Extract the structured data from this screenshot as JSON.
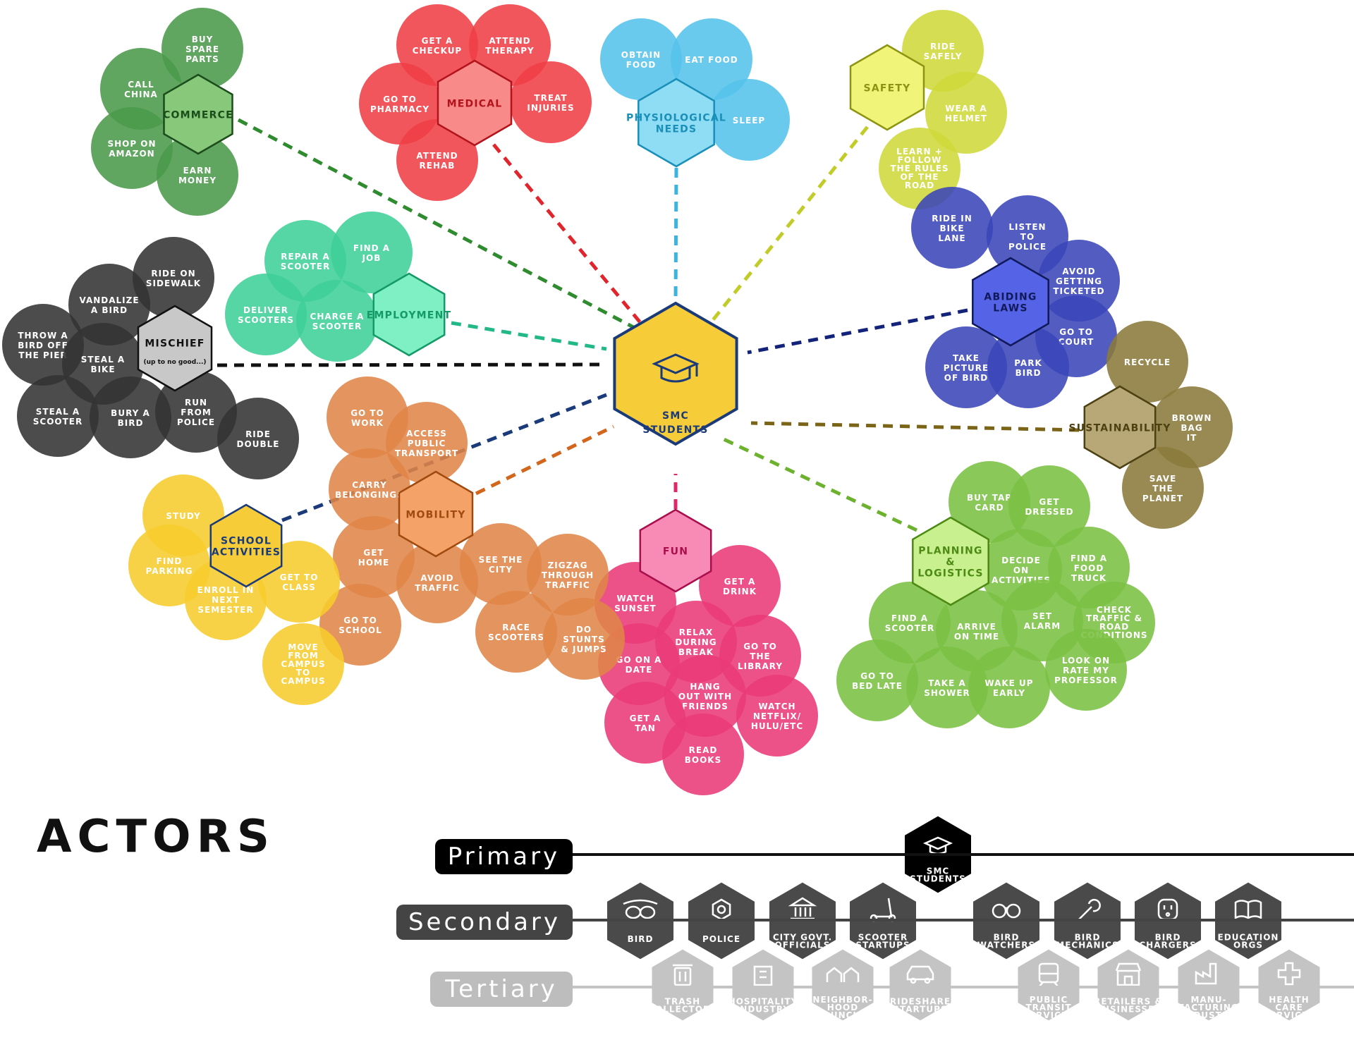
{
  "center": {
    "label": "SMC\nSTUDENTS",
    "fill": "#f6cd38",
    "stroke": "#1a3a7a",
    "icon": "graduation-cap-icon"
  },
  "groups": [
    {
      "id": "commerce",
      "hub": "COMMERCE",
      "color": "#4a9a4a",
      "hub_fill": "#88c87a",
      "hub_text": "#1b4d1b",
      "line": "#2e8b2e",
      "items": [
        "BUY\nSPARE\nPARTS",
        "CALL\nCHINA",
        "SHOP ON\nAMAZON",
        "EARN\nMONEY"
      ]
    },
    {
      "id": "medical",
      "hub": "MEDICAL",
      "color": "#ef3f46",
      "hub_fill": "#f98a8a",
      "hub_text": "#b3141c",
      "line": "#e0252c",
      "items": [
        "GET A\nCHECKUP",
        "ATTEND\nTHERAPY",
        "GO TO\nPHARMACY",
        "TREAT\nINJURIES",
        "ATTEND\nREHAB"
      ]
    },
    {
      "id": "physiological",
      "hub": "PHYSIOLOGICAL\nNEEDS",
      "color": "#55c3ea",
      "hub_fill": "#8fdcf5",
      "hub_text": "#1a8fb8",
      "line": "#3bb4e0",
      "items": [
        "OBTAIN\nFOOD",
        "EAT FOOD",
        "SLEEP"
      ]
    },
    {
      "id": "safety",
      "hub": "SAFETY",
      "color": "#cfd93a",
      "hub_fill": "#f0f57a",
      "hub_text": "#8d9412",
      "line": "#c2cc28",
      "items": [
        "RIDE\nSAFELY",
        "WEAR A\nHELMET",
        "LEARN +\nFOLLOW\nTHE RULES\nOF THE\nROAD"
      ]
    },
    {
      "id": "laws",
      "hub": "ABIDING\nLAWS",
      "color": "#3a46b8",
      "hub_fill": "#5563e6",
      "hub_text": "#101a5a",
      "line": "#14237a",
      "items": [
        "RIDE IN\nBIKE\nLANE",
        "LISTEN\nTO\nPOLICE",
        "AVOID\nGETTING\nTICKETED",
        "GO TO\nCOURT",
        "TAKE\nPICTURE\nOF BIRD",
        "PARK\nBIRD"
      ]
    },
    {
      "id": "sustainability",
      "hub": "SUSTAINABILITY",
      "color": "#8a7a3a",
      "hub_fill": "#b8a878",
      "hub_text": "#4d4112",
      "line": "#7a6418",
      "items": [
        "RECYCLE",
        "BROWN\nBAG\nIT",
        "SAVE\nTHE\nPLANET"
      ]
    },
    {
      "id": "planning",
      "hub": "PLANNING\n&\nLOGISTICS",
      "color": "#7bc043",
      "hub_fill": "#c8f08e",
      "hub_text": "#4c8a14",
      "line": "#6db22f",
      "items": [
        "BUY TAP\nCARD",
        "GET\nDRESSED",
        "DECIDE\nON\nACTIVITIES",
        "FIND A\nFOOD\nTRUCK",
        "FIND A\nSCOOTER",
        "ARRIVE\nON TIME",
        "SET\nALARM",
        "CHECK\nTRAFFIC &\nROAD\nCONDITIONS",
        "GO TO\nBED LATE",
        "TAKE A\nSHOWER",
        "WAKE UP\nEARLY",
        "LOOK ON\nRATE MY\nPROFESSOR"
      ]
    },
    {
      "id": "fun",
      "hub": "FUN",
      "color": "#e93a78",
      "hub_fill": "#f78bb5",
      "hub_text": "#a80f4c",
      "line": "#e02868",
      "items": [
        "GET A\nDRINK",
        "WATCH\nSUNSET",
        "RELAX\nDURING\nBREAK",
        "GO TO\nTHE\nLIBRARY",
        "GO ON A\nDATE",
        "HANG\nOUT WITH\nFRIENDS",
        "WATCH\nNETFLIX/\nHULU/ETC",
        "GET A\nTAN",
        "READ\nBOOKS"
      ]
    },
    {
      "id": "mobility",
      "hub": "MOBILITY",
      "color": "#e08548",
      "hub_fill": "#f5a268",
      "hub_text": "#a04a10",
      "line": "#d2661c",
      "items": [
        "GO TO\nWORK",
        "ACCESS\nPUBLIC\nTRANSPORT",
        "CARRY\nBELONGINGS",
        "GET\nHOME",
        "AVOID\nTRAFFIC",
        "GO TO\nSCHOOL",
        "SEE THE\nCITY",
        "ZIGZAG\nTHROUGH\nTRAFFIC",
        "RACE\nSCOOTERS",
        "DO\nSTUNTS\n& JUMPS"
      ]
    },
    {
      "id": "school",
      "hub": "SCHOOL\nACTIVITIES",
      "color": "#f7cc2c",
      "hub_fill": "#f6cd38",
      "hub_text": "#1a3a7a",
      "line": "#1a3a7a",
      "items": [
        "STUDY",
        "FIND\nPARKING",
        "ENROLL IN\nNEXT\nSEMESTER",
        "GET TO\nCLASS",
        "MOVE\nFROM\nCAMPUS\nTO\nCAMPUS"
      ]
    },
    {
      "id": "employment",
      "hub": "EMPLOYMENT",
      "color": "#3fcf99",
      "hub_fill": "#7ef0c4",
      "hub_text": "#149a68",
      "line": "#22b888",
      "items": [
        "REPAIR A\nSCOOTER",
        "FIND A\nJOB",
        "DELIVER\nSCOOTERS",
        "CHARGE A\nSCOOTER"
      ]
    },
    {
      "id": "mischief",
      "hub": "MISCHIEF",
      "hub_sub": "(up to no good...)",
      "color": "#333333",
      "hub_fill": "#c8c8c8",
      "hub_text": "#111111",
      "line": "#111111",
      "items": [
        "RIDE ON\nSIDEWALK",
        "VANDALIZE\nA BIRD",
        "THROW A\nBIRD OFF\nTHE PIER",
        "STEAL A\nBIKE",
        "STEAL A\nSCOOTER",
        "BURY A\nBIRD",
        "RUN\nFROM\nPOLICE",
        "RIDE\nDOUBLE"
      ]
    }
  ],
  "actors": {
    "title": "ACTORS",
    "tiers": [
      {
        "id": "primary",
        "label": "Primary",
        "color": "#000000",
        "line": "#111111"
      },
      {
        "id": "secondary",
        "label": "Secondary",
        "color": "#444444",
        "line": "#444444"
      },
      {
        "id": "tertiary",
        "label": "Tertiary",
        "color": "#bdbdbd",
        "line": "#c4c4c4"
      }
    ],
    "primary": [
      {
        "label": "SMC\nSTUDENTS",
        "icon": "graduation-cap-icon"
      }
    ],
    "secondary": [
      {
        "label": "BIRD",
        "icon": "bird-logo-icon"
      },
      {
        "label": "POLICE",
        "icon": "police-badge-icon"
      },
      {
        "label": "CITY GOVT.\nOFFICIALS",
        "icon": "city-hall-icon"
      },
      {
        "label": "SCOOTER\nSTARTUPS",
        "icon": "scooter-icon"
      },
      {
        "label": "BIRD\nWATCHERS",
        "icon": "binoculars-icon"
      },
      {
        "label": "BIRD\nMECHANICS",
        "icon": "wrench-icon"
      },
      {
        "label": "BIRD\nCHARGERS",
        "icon": "outlet-icon"
      },
      {
        "label": "EDUCATION\nORGS",
        "icon": "book-icon"
      }
    ],
    "tertiary": [
      {
        "label": "TRASH\nCOLLECTORS",
        "icon": "trash-can-icon"
      },
      {
        "label": "HOSPITALITY\nINDUSTRY",
        "icon": "hotel-icon"
      },
      {
        "label": "NEIGHBOR-\nHOOD\nCOUNCILS",
        "icon": "houses-icon"
      },
      {
        "label": "RIDESHARE\nSTARTUPS",
        "icon": "car-icon"
      },
      {
        "label": "PUBLIC\nTRANSIT\nSERVICES",
        "icon": "train-icon"
      },
      {
        "label": "RETAILERS &\nBUSINESSES",
        "icon": "storefront-icon"
      },
      {
        "label": "MANU-\nFACTURING\nINDUSTRY",
        "icon": "factory-icon"
      },
      {
        "label": "HEALTH\nCARE\nSERVICES",
        "icon": "health-cross-icon"
      }
    ]
  }
}
